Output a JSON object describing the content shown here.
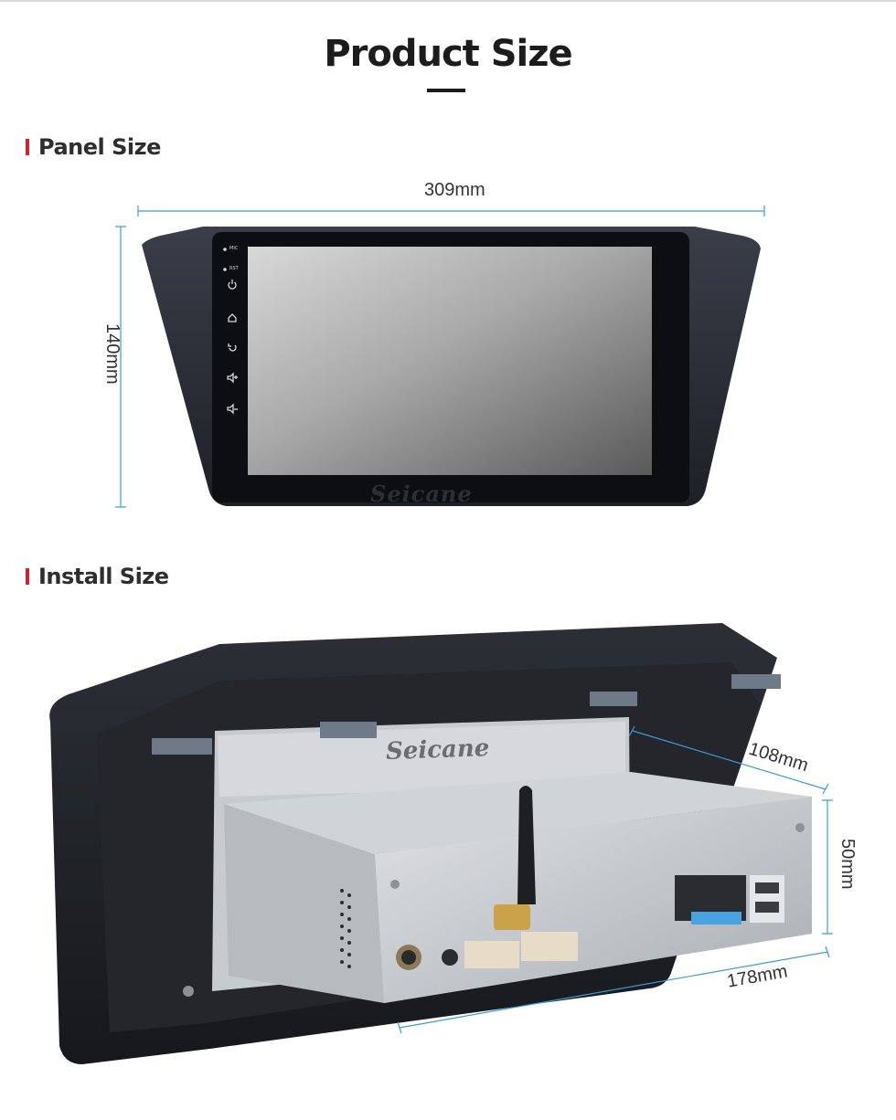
{
  "page": {
    "title": "Product Size"
  },
  "panel_section": {
    "heading": "Panel Size",
    "width_label": "309mm",
    "height_label": "140mm",
    "brand_watermark": "Seicane",
    "side_buttons": [
      "MIC",
      "RST",
      "power-icon",
      "home-icon",
      "back-icon",
      "volume-up-icon",
      "volume-down-icon"
    ]
  },
  "install_section": {
    "heading": "Install Size",
    "depth_label": "108mm",
    "height_label": "50mm",
    "width_label": "178mm",
    "brand_label": "Seicane"
  },
  "colors": {
    "accent_marker": "#d5202d",
    "dimension_line": "#3a9bd8",
    "bezel": "#2a2d36",
    "chassis": "#c9ccd0"
  }
}
